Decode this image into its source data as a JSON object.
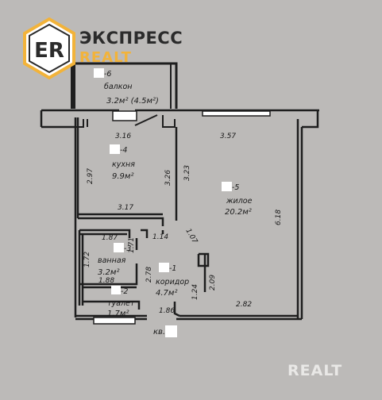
{
  "logo": {
    "letters": "ER",
    "line1": "ЭКСПРЕСС",
    "line2": "REALT"
  },
  "watermark": "REALT",
  "rooms": {
    "balcony": {
      "num": "-6",
      "name": "балкон",
      "area": "3.2м² (4.5м²)"
    },
    "kitchen": {
      "num": "-4",
      "name": "кухня",
      "area": "9.9м²"
    },
    "living": {
      "num": "-5",
      "name": "жилое",
      "area": "20.2м²"
    },
    "bathroom": {
      "num": "-3",
      "name": "ванная",
      "area": "3.2м²"
    },
    "corridor": {
      "num": "-1",
      "name": "коридор",
      "area": "4.7м²"
    },
    "toilet": {
      "num": "-2",
      "name": "туалет",
      "area": "1.7м²"
    }
  },
  "apartment_label": "кв.",
  "dimensions": {
    "kitchen_top": "3.16",
    "kitchen_left": "2.97",
    "kitchen_bottom": "3.17",
    "kitchen_right": "3.26",
    "living_left": "3.23",
    "living_top": "3.57",
    "living_right": "6.18",
    "living_bottom": "2.82",
    "bath_top": "1.87",
    "bath_left": "1.72",
    "bath_right": "1.71",
    "bath_bottom": "1.88",
    "corridor_top": "1.14",
    "corridor_diag": "1.07",
    "corridor_left": "2.78",
    "corridor_right": "2.09",
    "corridor_inner": "1.24",
    "toilet_bottom": "1.86"
  },
  "colors": {
    "background": "#bcbab8",
    "wall": "#1e1e1e",
    "logo_accent": "#f2b33a",
    "logo_dark": "#2b2b2b"
  }
}
